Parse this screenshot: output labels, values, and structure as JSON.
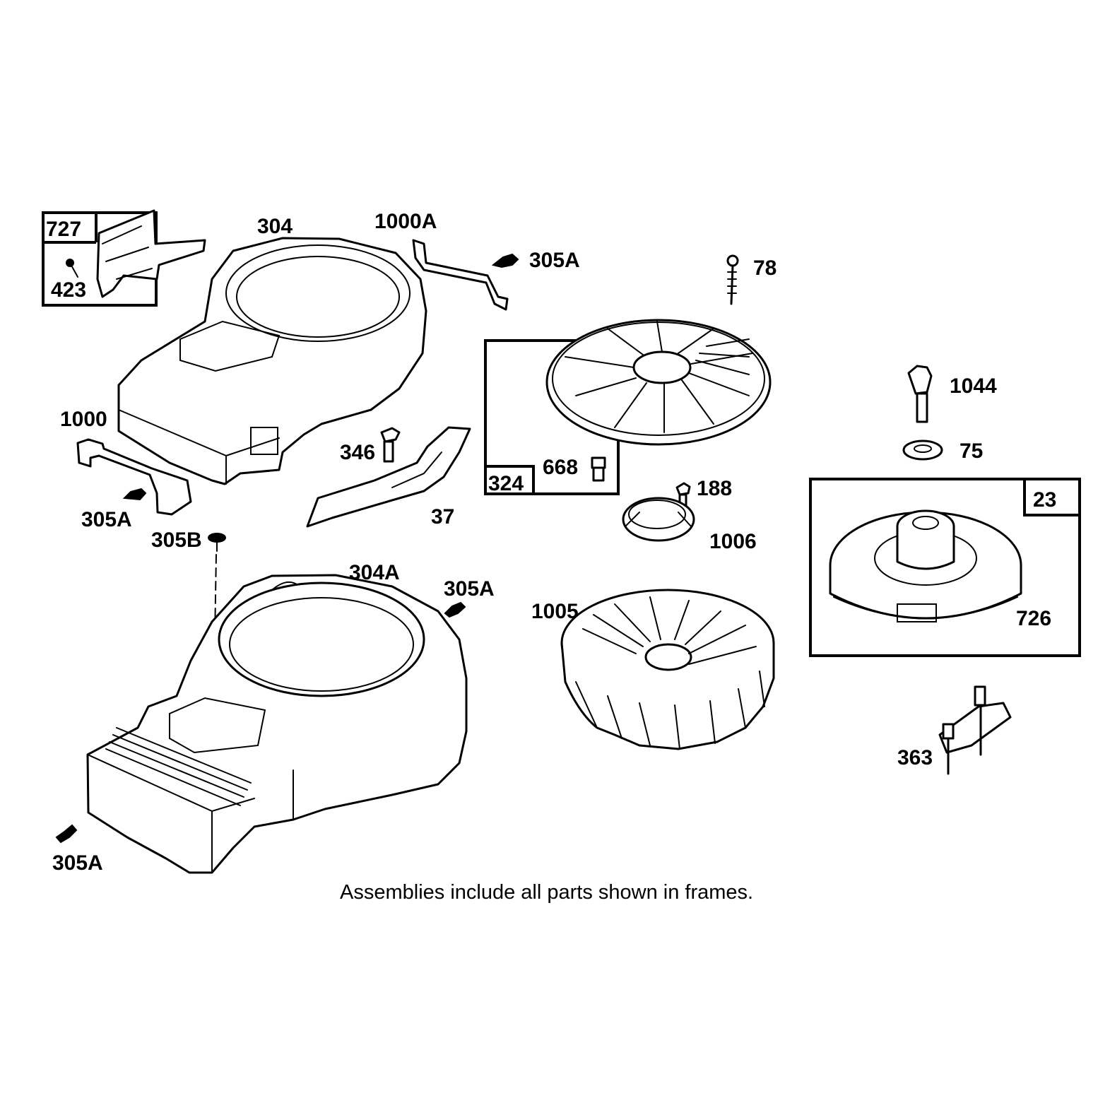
{
  "labels": {
    "p727": "727",
    "p423": "423",
    "p304": "304",
    "p1000A": "1000A",
    "p305A_top": "305A",
    "p78": "78",
    "p1044": "1044",
    "p75": "75",
    "p1000": "1000",
    "p346": "346",
    "p324": "324",
    "p668": "668",
    "p188": "188",
    "p23": "23",
    "p305A_left": "305A",
    "p37": "37",
    "p1006": "1006",
    "p305B": "305B",
    "p304A": "304A",
    "p305A_mid": "305A",
    "p1005": "1005",
    "p726": "726",
    "p363": "363",
    "p305A_bottom": "305A"
  },
  "caption": "Assemblies include all parts shown in frames."
}
